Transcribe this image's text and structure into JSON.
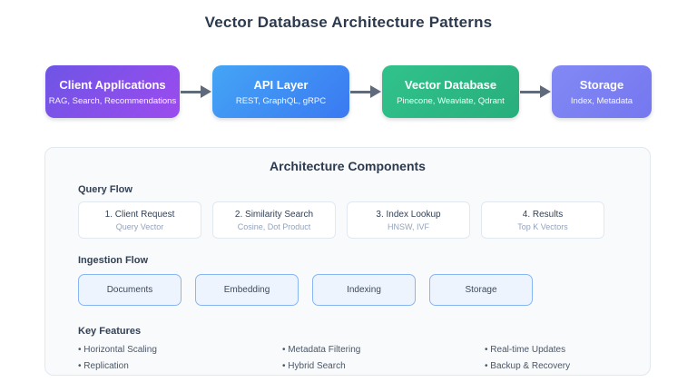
{
  "title": "Vector Database Architecture Patterns",
  "pipeline": {
    "arrow_color": "#5f6b7b",
    "nodes": [
      {
        "title": "Client Applications",
        "subtitle": "RAG, Search, Recommendations",
        "gradient_start": "#6e55e5",
        "gradient_end": "#9c4bee"
      },
      {
        "title": "API Layer",
        "subtitle": "REST, GraphQL, gRPC",
        "gradient_start": "#44a5f5",
        "gradient_end": "#3b79f2"
      },
      {
        "title": "Vector Database",
        "subtitle": "Pinecone, Weaviate, Qdrant",
        "gradient_start": "#31c28c",
        "gradient_end": "#28ae7c"
      },
      {
        "title": "Storage",
        "subtitle": "Index, Metadata",
        "gradient_start": "#8289f4",
        "gradient_end": "#7577ef"
      }
    ]
  },
  "panel": {
    "title": "Architecture Components",
    "background": "#f8fafc",
    "border_color": "#e2e8f0",
    "query_flow": {
      "heading": "Query Flow",
      "steps": [
        {
          "title": "1. Client Request",
          "subtitle": "Query Vector"
        },
        {
          "title": "2. Similarity Search",
          "subtitle": "Cosine, Dot Product"
        },
        {
          "title": "3. Index Lookup",
          "subtitle": "HNSW, IVF"
        },
        {
          "title": "4. Results",
          "subtitle": "Top K Vectors"
        }
      ]
    },
    "ingestion_flow": {
      "heading": "Ingestion Flow",
      "stage_border_color": "#88b6f2",
      "stages": [
        "Documents",
        "Embedding",
        "Indexing",
        "Storage"
      ]
    },
    "key_features": {
      "heading": "Key Features",
      "columns": [
        [
          "• Horizontal Scaling",
          "• Replication"
        ],
        [
          "• Metadata Filtering",
          "• Hybrid Search"
        ],
        [
          "• Real-time Updates",
          "• Backup & Recovery"
        ]
      ]
    }
  }
}
